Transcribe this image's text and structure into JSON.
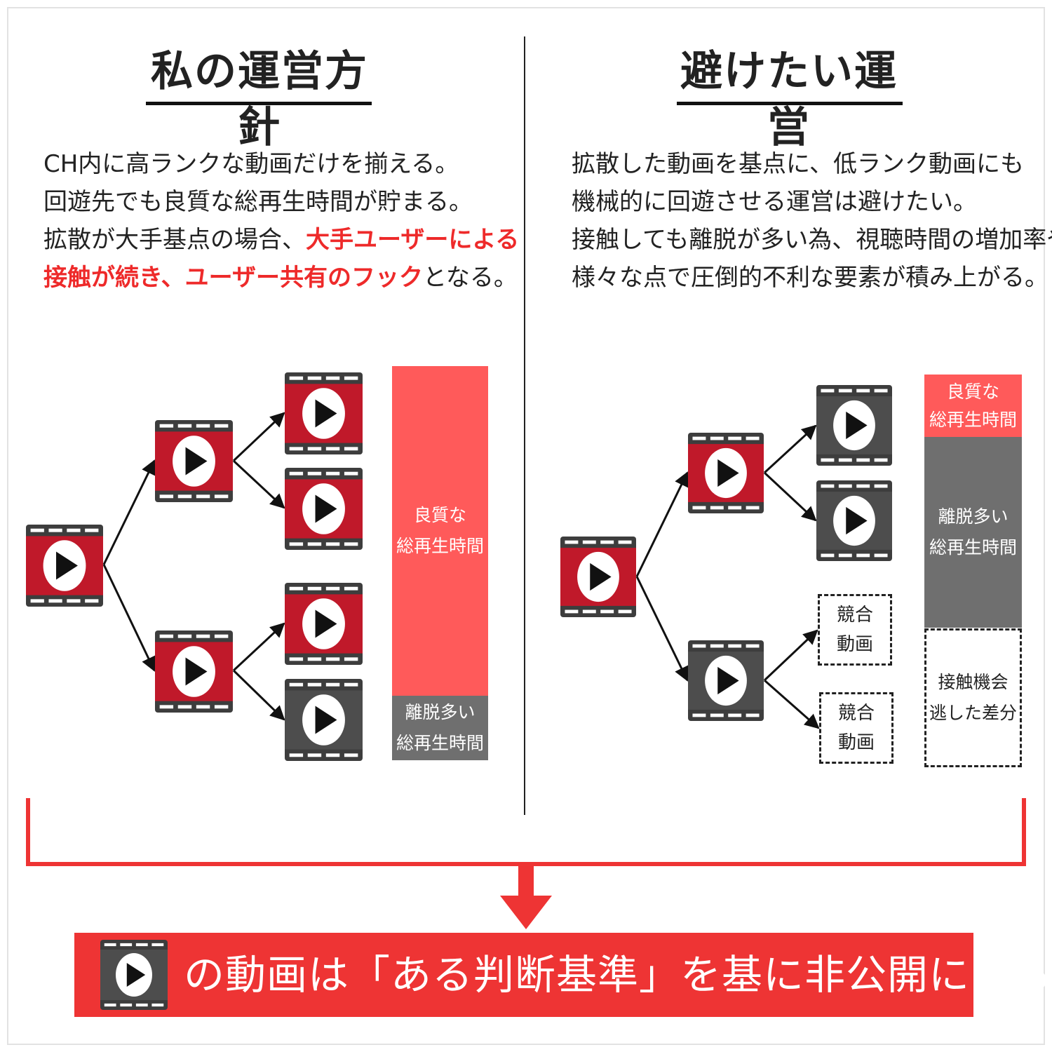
{
  "left": {
    "heading": "私の運営方針",
    "paragraph": [
      [
        {
          "t": "CH内に高ランクな動画だけを揃える。"
        }
      ],
      [
        {
          "t": "回遊先でも良質な総再生時間が貯まる。"
        }
      ],
      [
        {
          "t": "拡散が大手基点の場合、"
        },
        {
          "t": "大手ユーザーによる",
          "hl": true
        }
      ],
      [
        {
          "t": "接触が続き、ユーザー共有のフック",
          "hl": true
        },
        {
          "t": "となる。"
        }
      ]
    ],
    "bar_top": [
      "良質な",
      "総再生時間"
    ],
    "bar_bottom": [
      "離脱多い",
      "総再生時間"
    ],
    "bar_ratio_top": 0.836
  },
  "right": {
    "heading": "避けたい運営",
    "paragraph": [
      [
        {
          "t": "拡散した動画を基点に、低ランク動画にも"
        }
      ],
      [
        {
          "t": "機械的に回遊させる運営は避けたい。"
        }
      ],
      [
        {
          "t": "接触しても離脱が多い為、視聴時間の増加率や"
        }
      ],
      [
        {
          "t": "様々な点で圧倒的不利な要素が積み上がる。"
        }
      ]
    ],
    "bar_top": [
      "良質な",
      "総再生時間"
    ],
    "bar_middle": [
      "離脱多い",
      "総再生時間"
    ],
    "bar_bottom": [
      "接触機会",
      "逃した差分"
    ],
    "competitor_label": [
      "競合",
      "動画"
    ]
  },
  "conclusion": "の動画は「ある判断基準」を基に非公開にする",
  "colors": {
    "good_video": "#c0192a",
    "low_video": "#4d4d4d",
    "good_bar": "#ff5a5a",
    "low_bar": "#6f6f6f",
    "accent": "#ee3434",
    "text_highlight": "#ee2a2a"
  },
  "icons": {
    "video": "play-film-icon",
    "arrow": "arrow-icon"
  }
}
